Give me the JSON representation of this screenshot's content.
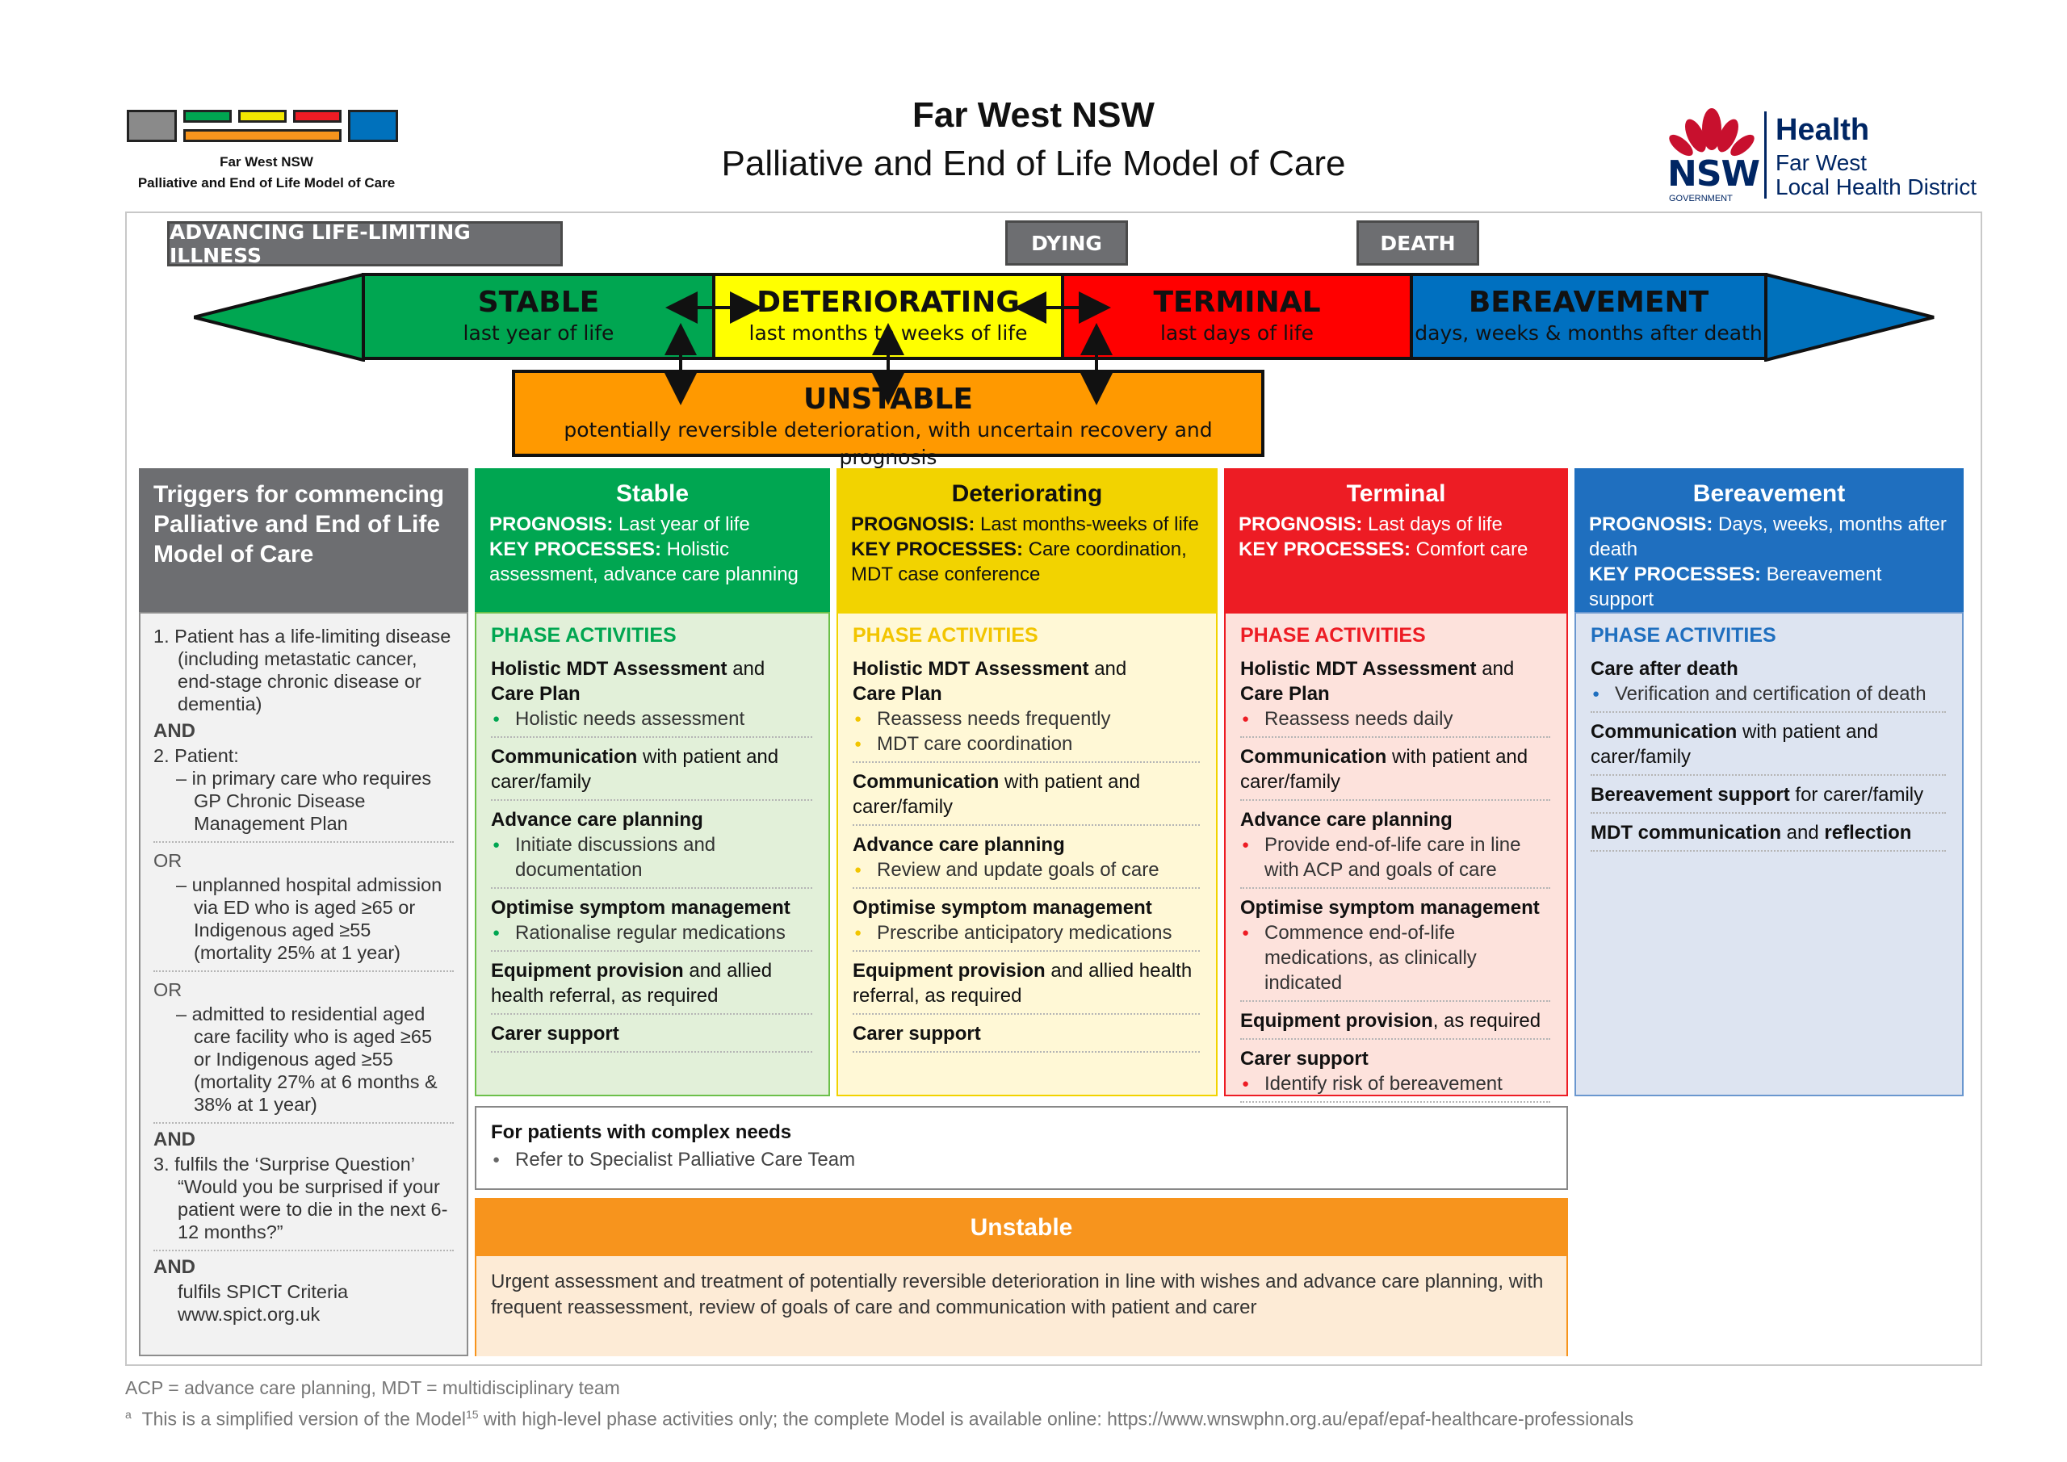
{
  "colors": {
    "grey": "#6d6e71",
    "green": "#00a651",
    "yellow": "#f2e600",
    "red": "#ed1c24",
    "blue": "#0071bc",
    "orange": "#f7941d"
  },
  "logo": {
    "line1": "Far West NSW",
    "line2": "Palliative and End of Life Model of Care"
  },
  "title": {
    "main": "Far West NSW",
    "sub": "Palliative and End of Life Model of Care"
  },
  "nsw_logo": {
    "nsw": "NSW",
    "gov": "GOVERNMENT",
    "health": "Health",
    "line2": "Far West",
    "line3": "Local Health District"
  },
  "trajectory": {
    "labels": {
      "advancing": "ADVANCING LIFE-LIMITING ILLNESS",
      "dying": "DYING",
      "death": "DEATH"
    },
    "phases": [
      {
        "name": "STABLE",
        "sub": "last year of life"
      },
      {
        "name": "DETERIORATING",
        "sub": "last months to weeks of life"
      },
      {
        "name": "TERMINAL",
        "sub": "last days of life"
      },
      {
        "name": "BEREAVEMENT",
        "sub": "days, weeks & months after death"
      }
    ],
    "unstable": {
      "name": "UNSTABLE",
      "sub": "potentially reversible deterioration, with uncertain recovery and prognosis"
    }
  },
  "triggers": {
    "title": "Triggers for commencing Palliative and End of Life Model of Care",
    "n1": "1.",
    "item1": "Patient has a life-limiting disease (including metastatic cancer, end-stage chronic disease or dementia)",
    "and1": "AND",
    "n2": "2.",
    "item2": "Patient:",
    "sub1": "– in primary care who requires GP Chronic Disease Management Plan",
    "or1": "OR",
    "sub2": "– unplanned hospital admission via ED who is aged ≥65 or Indigenous aged ≥55 (mortality 25% at 1 year)",
    "or2": "OR",
    "sub3": "– admitted to residential aged care facility who is aged ≥65 or Indigenous aged ≥55 (mortality 27% at 6 months & 38% at 1 year)",
    "and2": "AND",
    "n3": "3.",
    "item3": "fulfils the ‘Surprise Question’",
    "quote": "“Would you be surprised if your patient were to die in the next 6-12 months?”",
    "and3": "AND",
    "spict1": "fulfils SPICT Criteria",
    "spict2": "www.spict.org.uk"
  },
  "columns": {
    "stable": {
      "title": "Stable",
      "prog_label": "PROGNOSIS:",
      "prog": "Last year of life",
      "kp_label": "KEY PROCESSES:",
      "kp": "Holistic assessment, advance care planning",
      "pa": "PHASE ACTIVITIES",
      "a1b": "Holistic MDT Assessment",
      "a1r": " and",
      "a1c": "Care Plan",
      "a1x": "Holistic needs assessment",
      "a2b": "Communication",
      "a2r": " with patient and carer/family",
      "a3b": "Advance care planning",
      "a3x": "Initiate discussions and documentation",
      "a4b": "Optimise symptom management",
      "a4x": "Rationalise regular medications",
      "a5b": "Equipment provision",
      "a5r": " and allied health referral, as required",
      "a6b": "Carer support"
    },
    "deteriorating": {
      "title": "Deteriorating",
      "prog_label": "PROGNOSIS:",
      "prog": "Last months-weeks of life",
      "kp_label": "KEY PROCESSES:",
      "kp": "Care coordination, MDT case conference",
      "pa": "PHASE ACTIVITIES",
      "a1b": "Holistic MDT Assessment",
      "a1r": " and",
      "a1c": "Care Plan",
      "a1x": "Reassess needs frequently",
      "a1y": "MDT care coordination",
      "a2b": "Communication",
      "a2r": " with patient and carer/family",
      "a3b": "Advance care planning",
      "a3x": "Review and update goals of care",
      "a4b": "Optimise symptom management",
      "a4x": "Prescribe anticipatory medications",
      "a5b": "Equipment provision",
      "a5r": " and allied health referral, as required",
      "a6b": "Carer support"
    },
    "terminal": {
      "title": "Terminal",
      "prog_label": "PROGNOSIS:",
      "prog": "Last days of life",
      "kp_label": "KEY PROCESSES:",
      "kp": "Comfort care",
      "pa": "PHASE ACTIVITIES",
      "a1b": "Holistic MDT Assessment",
      "a1r": " and",
      "a1c": "Care Plan",
      "a1x": "Reassess needs daily",
      "a2b": "Communication",
      "a2r": " with patient and carer/family",
      "a3b": "Advance care planning",
      "a3x": "Provide end-of-life care in line with ACP and goals of care",
      "a4b": "Optimise symptom management",
      "a4x": "Commence end-of-life medications, as clinically indicated",
      "a5b": "Equipment provision",
      "a5r": ", as required",
      "a6b": "Carer support",
      "a6x": "Identify risk of bereavement"
    },
    "bereavement": {
      "title": "Bereavement",
      "prog_label": "PROGNOSIS:",
      "prog": "Days, weeks, months after death",
      "kp_label": "KEY PROCESSES:",
      "kp": "Bereavement support",
      "pa": "PHASE ACTIVITIES",
      "a1b": "Care after death",
      "a1x": "Verification and certification of death",
      "a2b": "Communication",
      "a2r": " with patient and carer/family",
      "a3b": "Bereavement support",
      "a3r": " for carer/family",
      "a4b": "MDT communication",
      "a4r": " and ",
      "a4c": "reflection"
    }
  },
  "complex": {
    "title": "For patients with complex needs",
    "item": "Refer to Specialist Palliative Care Team"
  },
  "unstable_box": {
    "title": "Unstable",
    "text": "Urgent assessment and treatment of potentially reversible deterioration in line with wishes and advance care planning, with frequent reassessment, review of goals of care and communication with patient and carer"
  },
  "footer": {
    "abbr": "ACP = advance care planning, MDT = multidisciplinary team",
    "note_mark": "a",
    "note_pre": "This is a simplified version of the Model",
    "note_sup": "15",
    "note_post": " with high-level phase activities only; the complete Model is available online: https://www.wnswphn.org.au/epaf/epaf-healthcare-professionals"
  }
}
